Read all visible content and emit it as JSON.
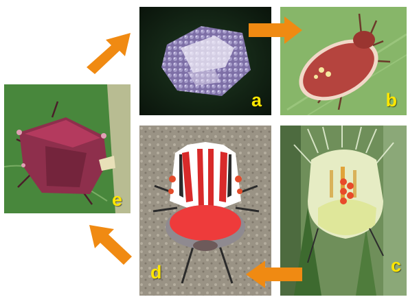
{
  "stages": [
    {
      "id": "a",
      "label": "a",
      "subject": "egg-cluster"
    },
    {
      "id": "b",
      "label": "b",
      "subject": "red-nymph-on-leaf"
    },
    {
      "id": "c",
      "label": "c",
      "subject": "pale-green-nymph"
    },
    {
      "id": "d",
      "label": "d",
      "subject": "red-white-striped-nymph"
    },
    {
      "id": "e",
      "label": "e",
      "subject": "adult-red-bug-on-leaf"
    }
  ],
  "flow": [
    "a",
    "b",
    "c",
    "d",
    "e",
    "a"
  ],
  "colors": {
    "arrow": "#f08a12",
    "label": "#ffe600",
    "leaf_green": "#4f8e3a",
    "bug_red": "#c43a3a",
    "egg_purple": "#8b7fae"
  }
}
